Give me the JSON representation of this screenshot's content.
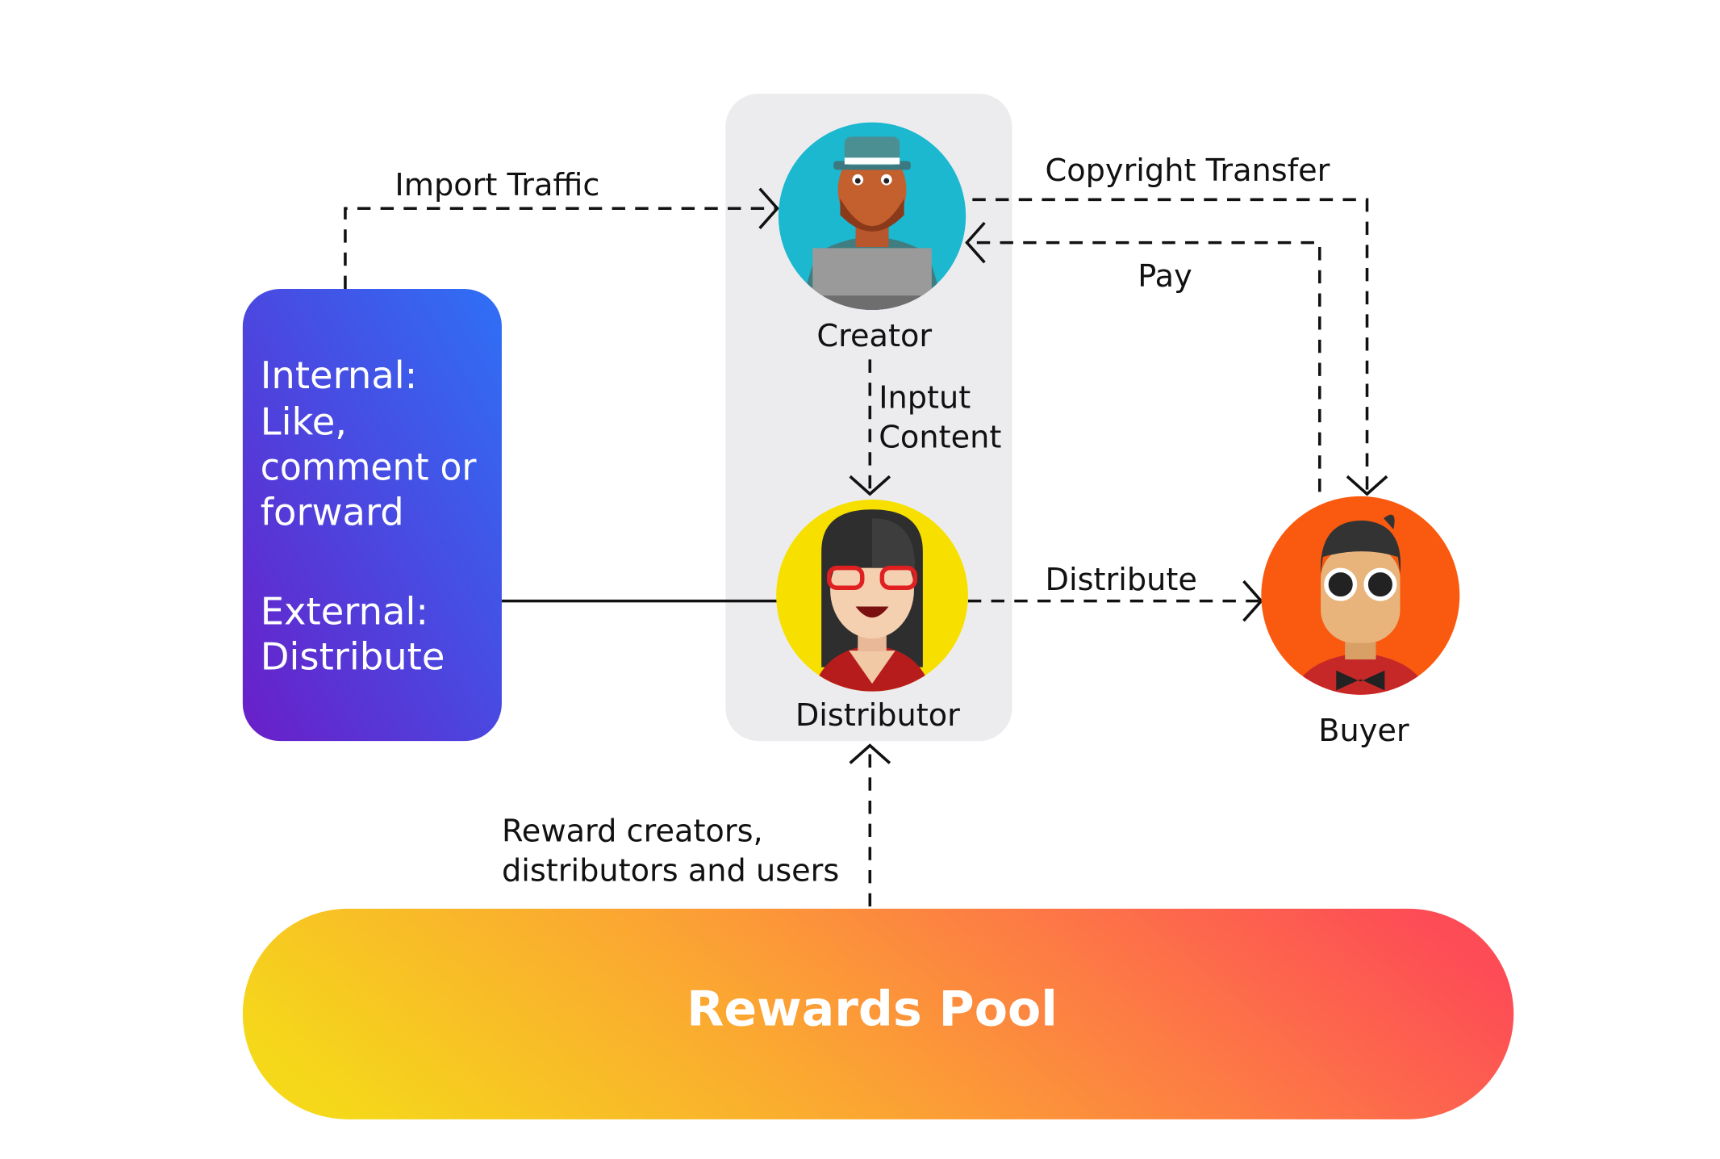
{
  "nodes": {
    "creator": {
      "label": "Creator",
      "color": "#1bb8d0"
    },
    "distributor": {
      "label": "Distributor",
      "color": "#f7e000"
    },
    "buyer": {
      "label": "Buyer",
      "color": "#fa5a0f"
    }
  },
  "engagement_box": {
    "lines": [
      "Internal:",
      "Like,",
      "comment or",
      "forward",
      "External:",
      "Distribute"
    ]
  },
  "edges": {
    "import_traffic": "Import Traffic",
    "copyright_transfer": "Copyright Transfer",
    "pay": "Pay",
    "input_content": [
      "Inptut",
      "Content"
    ],
    "distribute": "Distribute",
    "reward": [
      "Reward creators,",
      "distributors and  users"
    ]
  },
  "rewards_pool": {
    "label": "Rewards Pool"
  }
}
